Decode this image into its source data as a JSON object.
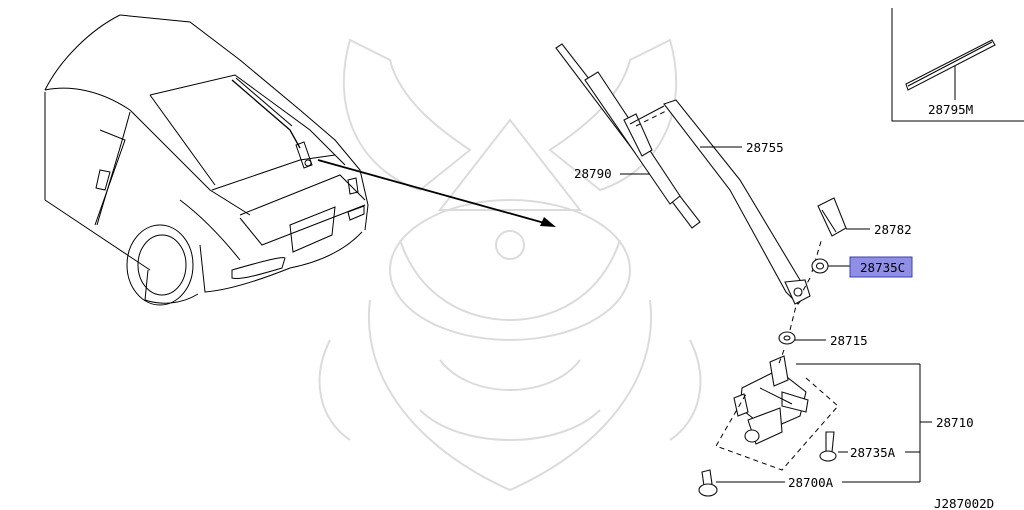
{
  "diagram": {
    "part_labels": [
      {
        "id": "28795M",
        "text": "28795M"
      },
      {
        "id": "28755",
        "text": "28755"
      },
      {
        "id": "28790",
        "text": "28790"
      },
      {
        "id": "28782",
        "text": "28782"
      },
      {
        "id": "28735C",
        "text": "28735C",
        "highlighted": true
      },
      {
        "id": "28715",
        "text": "28715"
      },
      {
        "id": "28710",
        "text": "28710"
      },
      {
        "id": "28735A",
        "text": "28735A"
      },
      {
        "id": "28700A",
        "text": "28700A"
      }
    ],
    "diagram_code": "J287002D",
    "highlight_color": "#8f8fe6"
  }
}
